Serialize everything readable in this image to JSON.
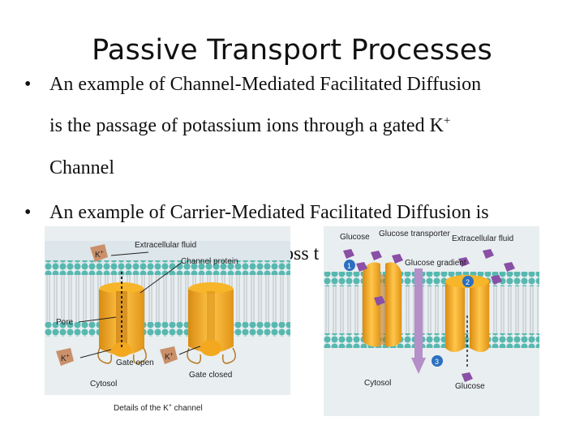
{
  "slide": {
    "title": "Passive Transport Processes",
    "bullet1": {
      "line1": "An example of Channel-Mediated Facilitated Diffusion",
      "line2": "is the passage of potassium ions through a gated  K",
      "line2_sup": "+",
      "line3": "Channel"
    },
    "bullet2": {
      "line1": "An example of Carrier-Mediated Facilitated Diffusion is",
      "partial": "oss t"
    }
  },
  "figure_left": {
    "extracellular": "Extracellular fluid",
    "channel_protein": "Channel protein",
    "pore": "Pore",
    "gate_open": "Gate open",
    "gate_closed": "Gate closed",
    "cytosol": "Cytosol",
    "ion": "K",
    "ion_sup": "+",
    "caption_pre": "Details of the K",
    "caption_sup": "+",
    "caption_post": " channel"
  },
  "figure_right": {
    "glucose_top": "Glucose",
    "transporter": "Glucose transporter",
    "gradient": "Glucose gradient",
    "extracellular": "Extracellular fluid",
    "cytosol": "Cytosol",
    "glucose_bottom": "Glucose",
    "step1": "1",
    "step2": "2",
    "step3": "3"
  },
  "colors": {
    "membrane_head": "#57b8b0",
    "membrane_background": "#e9eef0",
    "protein": "#f0a81c",
    "glucose": "#8a4fa6",
    "ion": "#c9906a",
    "step_badge": "#2b6fc0"
  }
}
